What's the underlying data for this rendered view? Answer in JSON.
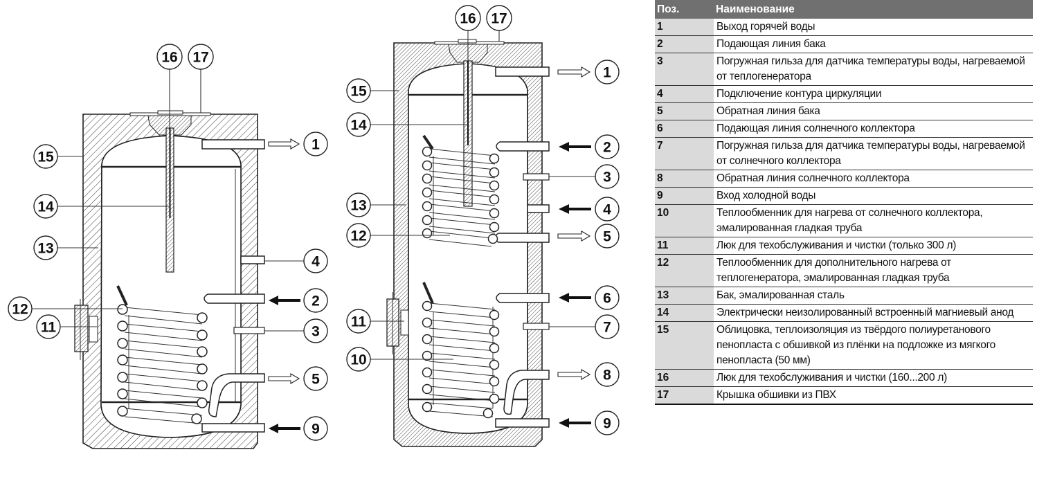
{
  "diagrams": {
    "left": {
      "callouts": [
        "16",
        "17",
        "15",
        "14",
        "13",
        "12",
        "11",
        "1",
        "4",
        "2",
        "3",
        "5",
        "9"
      ],
      "arrows": {
        "1": "outlet-hollow",
        "2": "inlet-solid",
        "5": "outlet-hollow",
        "9": "inlet-solid"
      }
    },
    "right": {
      "callouts": [
        "16",
        "17",
        "15",
        "14",
        "13",
        "12",
        "11",
        "10",
        "1",
        "2",
        "3",
        "4",
        "5",
        "6",
        "7",
        "8",
        "9"
      ],
      "arrows": {
        "1": "outlet-hollow",
        "2": "inlet-solid",
        "4": "inlet-solid",
        "5": "outlet-hollow",
        "6": "inlet-solid",
        "8": "outlet-hollow",
        "9": "inlet-solid"
      }
    }
  },
  "legend": {
    "header": {
      "pos": "Поз.",
      "name": "Наименование"
    },
    "rows": [
      {
        "pos": "1",
        "name": "Выход горячей воды"
      },
      {
        "pos": "2",
        "name": "Подающая линия бака"
      },
      {
        "pos": "3",
        "name": "Погружная гильза для датчика температуры воды, нагреваемой от теплогенератора"
      },
      {
        "pos": "4",
        "name": "Подключение контура циркуляции"
      },
      {
        "pos": "5",
        "name": "Обратная линия бака"
      },
      {
        "pos": "6",
        "name": "Подающая линия солнечного коллектора"
      },
      {
        "pos": "7",
        "name": "Погружная гильза для датчика температуры воды, нагреваемой от солнечного коллектора"
      },
      {
        "pos": "8",
        "name": "Обратная линия солнечного коллектора"
      },
      {
        "pos": "9",
        "name": "Вход холодной воды"
      },
      {
        "pos": "10",
        "name": "Теплообменник для нагрева от солнечного коллектора, эмалированная гладкая труба"
      },
      {
        "pos": "11",
        "name": "Люк для техобслуживания и чистки (только 300 л)"
      },
      {
        "pos": "12",
        "name": "Теплообменник для дополнительного нагрева от теплогенератора, эмалированная гладкая труба"
      },
      {
        "pos": "13",
        "name": "Бак, эмалированная сталь"
      },
      {
        "pos": "14",
        "name": "Электрически неизолированный встроенный магниевый анод"
      },
      {
        "pos": "15",
        "name": "Облицовка, теплоизоляция из твёрдого полиуретанового пенопласта с обшивкой из плёнки на подложке из мягкого пенопласта (50 мм)"
      },
      {
        "pos": "16",
        "name": "Люк для техобслуживания и чистки (160...200 л)"
      },
      {
        "pos": "17",
        "name": "Крышка обшивки из ПВХ"
      }
    ]
  }
}
